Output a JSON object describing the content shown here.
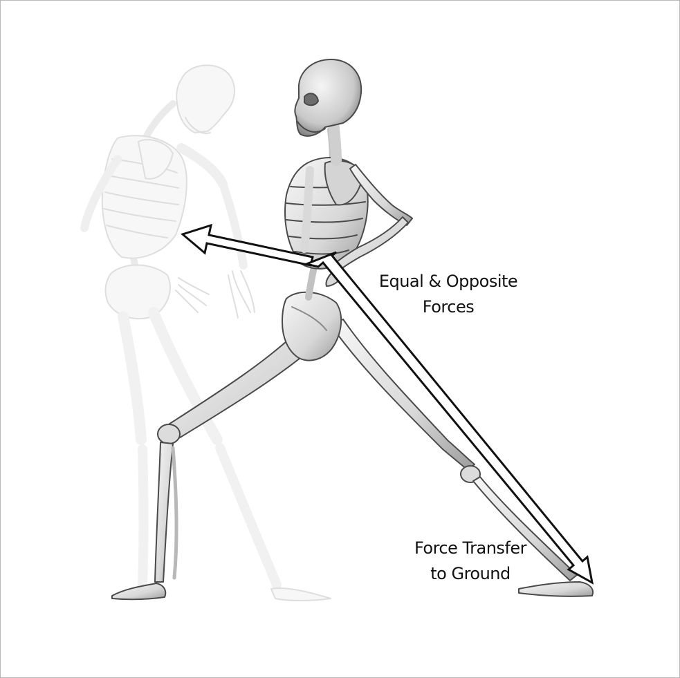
{
  "labels": {
    "equal_opposite": {
      "line1": "Equal & Opposite",
      "line2": "Forces"
    },
    "force_transfer": {
      "line1": "Force Transfer",
      "line2": "to Ground"
    }
  },
  "colors": {
    "background": "#ffffff",
    "frame": "#b9b9b9",
    "bone": "#e8e8e8",
    "bone_shadow": "#9a9a9a",
    "ghost_bone": "#efefef",
    "ghost_outline": "#cfcfcf",
    "arrow_fill": "#ffffff",
    "arrow_outline": "#111111"
  }
}
